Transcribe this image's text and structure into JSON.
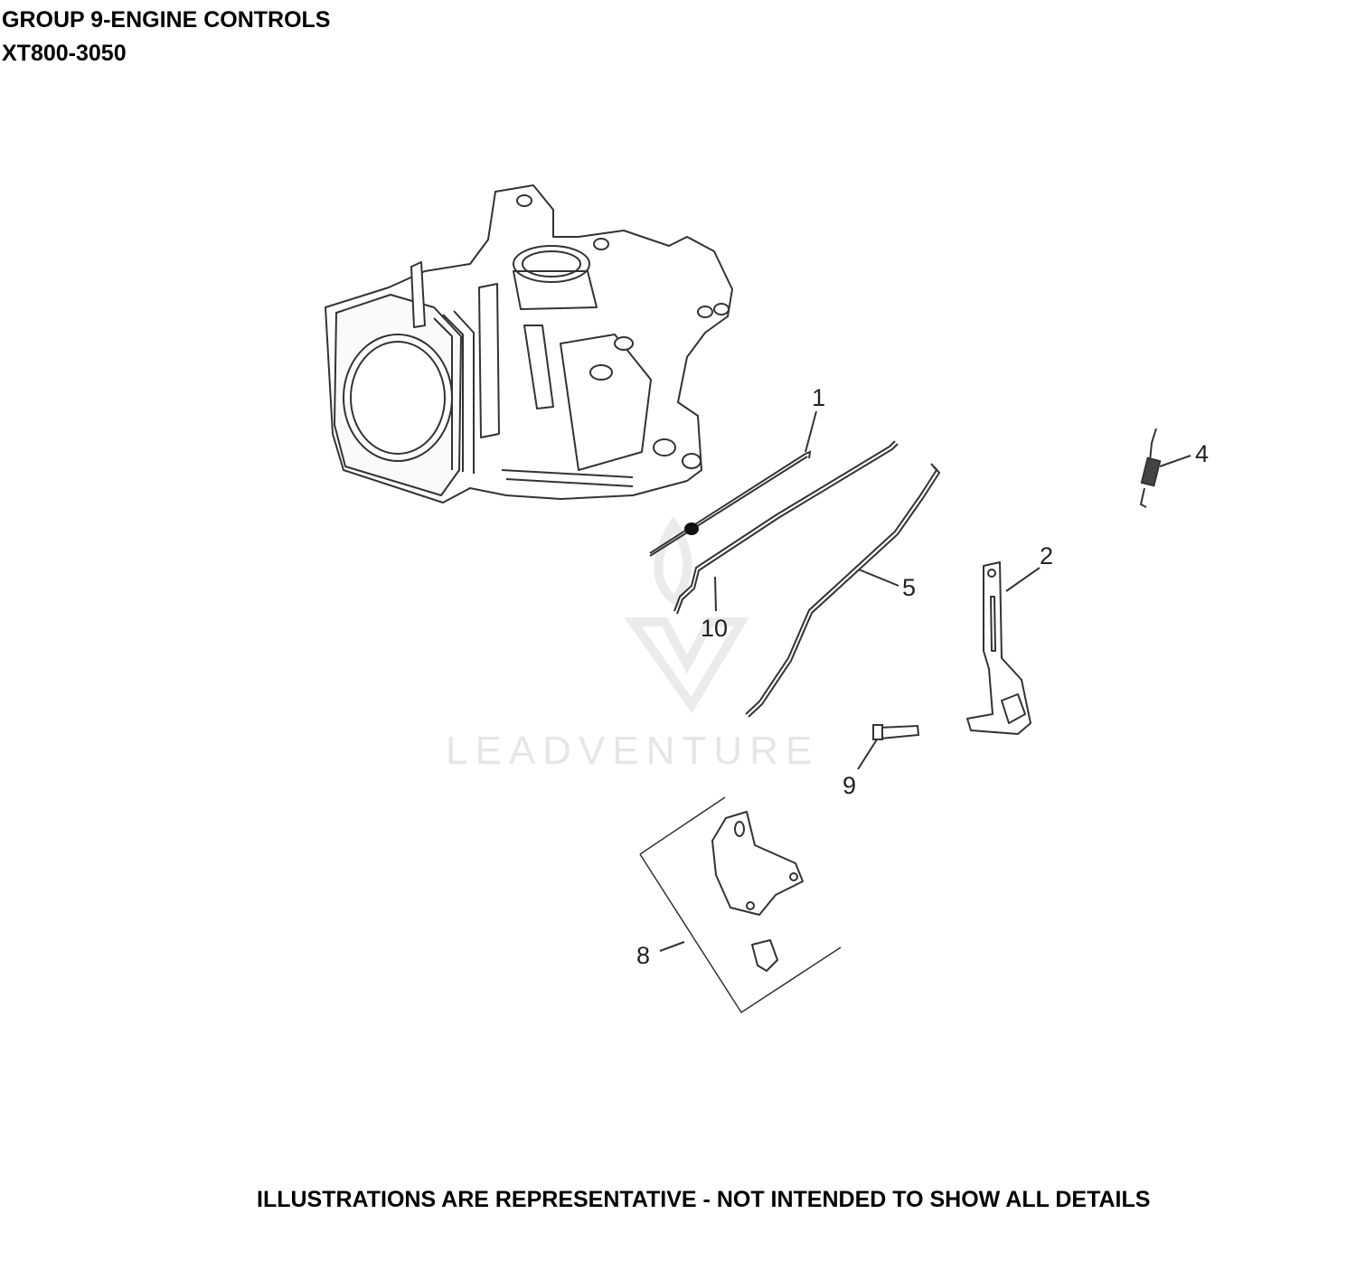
{
  "header": {
    "title": "GROUP 9-ENGINE CONTROLS",
    "model": "XT800-3050"
  },
  "callouts": {
    "c1": "1",
    "c2": "2",
    "c4": "4",
    "c5": "5",
    "c8": "8",
    "c9": "9",
    "c10": "10"
  },
  "watermark": "LEADVENTURE",
  "footer": "ILLUSTRATIONS ARE REPRESENTATIVE - NOT INTENDED TO SHOW ALL DETAILS"
}
